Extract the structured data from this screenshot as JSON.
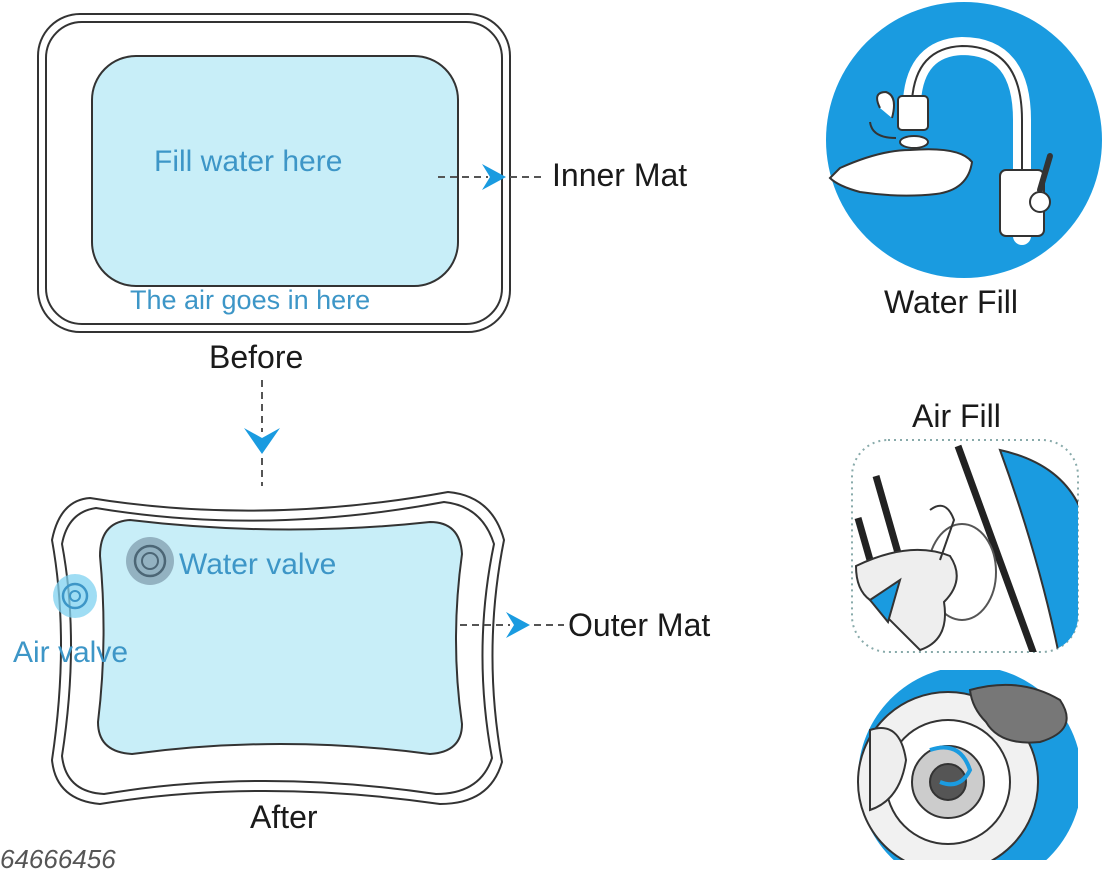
{
  "before": {
    "inner_text": "Fill water here",
    "air_text": "The air goes in here",
    "caption": "Before"
  },
  "after": {
    "water_valve": "Water valve",
    "air_valve": "Air valve",
    "caption": "After"
  },
  "callouts": {
    "inner_mat": "Inner Mat",
    "outer_mat": "Outer Mat"
  },
  "illustrations": {
    "water_fill": "Water Fill",
    "air_fill": "Air Fill"
  },
  "colors": {
    "accent": "#1a9be0",
    "mat_fill": "#c8eef8",
    "label_blue": "#3d96c7",
    "outline": "#333333"
  },
  "watermark": "64666456"
}
